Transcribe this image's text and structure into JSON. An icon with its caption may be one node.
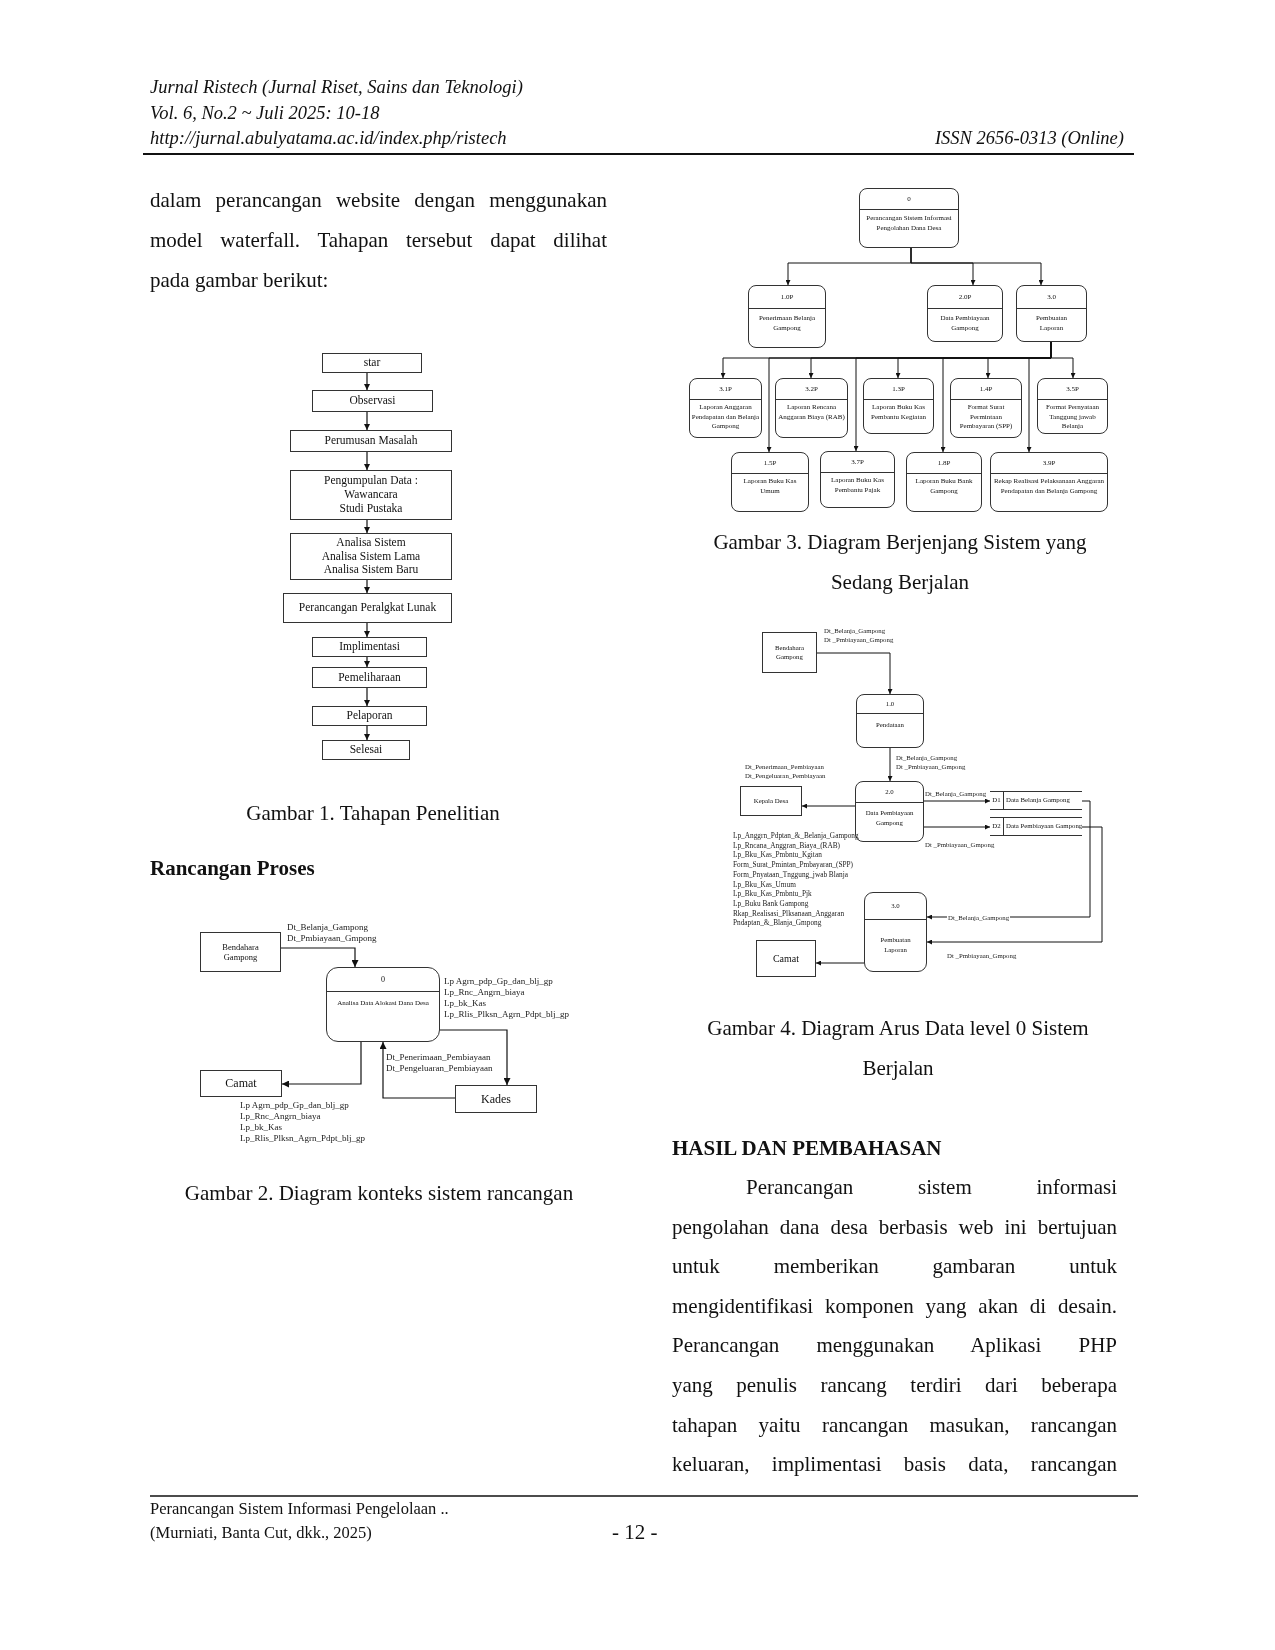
{
  "diagram": {
    "nodes": [
      {
        "text": [
          "star"
        ]
      },
      {
        "text": [
          "Observasi"
        ]
      },
      {
        "text": [
          "Perumusan Masalah"
        ]
      },
      {
        "text": [
          "Pengumpulan Data :",
          "Wawancara",
          "Studi Pustaka"
        ]
      },
      {
        "text": [
          "Analisa Sistem",
          "Analisa Sistem Lama",
          "Analisa Sistem Baru"
        ]
      },
      {
        "text": [
          "Perancangan Peralgkat Lunak"
        ]
      },
      {
        "text": [
          "Implimentasi"
        ]
      },
      {
        "text": [
          "Pemeliharaan"
        ]
      },
      {
        "text": [
          "Pelaporan"
        ]
      },
      {
        "text": [
          "Selesai"
        ]
      },
      {
        "text": [
          "Bendahara Gampong"
        ]
      },
      {
        "text": [
          "0",
          "Analisa Data Alokasi Dana Desa"
        ]
      },
      {
        "text": [
          "Camat"
        ]
      },
      {
        "text": [
          "Kades"
        ]
      },
      {
        "text": [
          "0",
          "Perancangan Sistem Informasi Pengolahan Dana Desa"
        ]
      },
      {
        "text": [
          "1.0P",
          "Penerimaan Belanja Gampong"
        ]
      },
      {
        "text": [
          "2.0P",
          "Data Pembiayaan Gampong"
        ]
      },
      {
        "text": [
          "3.0",
          "Pembuatan Laporan"
        ]
      },
      {
        "text": [
          "3.1P",
          "Laporan Anggaran Pendapatan dan Belanja Gampong"
        ]
      },
      {
        "text": [
          "3.2P",
          "Laporan Rencana Anggaran Biaya (RAB)"
        ]
      },
      {
        "text": [
          "1.3P",
          "Laporan Buku Kas Pembantu Kegiatan"
        ]
      },
      {
        "text": [
          "1.4P",
          "Format Surat Permintaan Pembayaran (SPP)"
        ]
      },
      {
        "text": [
          "3.5P",
          "Format Pernyataan Tanggung jawab Belanja"
        ]
      },
      {
        "text": [
          "1.5P",
          "Laporan Buku Kas Umum"
        ]
      },
      {
        "text": [
          "3.7P",
          "Laporan Buku Kas Pembantu Pajak"
        ]
      },
      {
        "text": [
          "1.8P",
          "Laporan Buku Bank Gampong"
        ]
      },
      {
        "text": [
          "3.9P",
          "Rekap Realisasi Pelaksanaan Anggaran Pendapatan dan Belanja Gampong"
        ]
      },
      {
        "text": [
          "Bendahara Gampong"
        ]
      },
      {
        "text": [
          "1.0",
          "Pendataan"
        ]
      },
      {
        "text": [
          "Kepala Desa"
        ]
      },
      {
        "text": [
          "2.0",
          "Data Pembiayaan Gampong"
        ]
      },
      {
        "text": [
          "D1",
          "Data Belanja Gampong"
        ]
      },
      {
        "text": [
          "D2",
          "Data Pembiayaan Gampong"
        ]
      },
      {
        "text": [
          "3.0",
          "Pembuatan Laporan"
        ]
      },
      {
        "text": [
          "Camat"
        ]
      }
    ],
    "edges": [
      {
        "from": 0,
        "to": 1,
        "arrow": "to"
      },
      {
        "from": 1,
        "to": 2,
        "arrow": "to"
      },
      {
        "from": 2,
        "to": 3,
        "arrow": "to"
      },
      {
        "from": 3,
        "to": 4,
        "arrow": "to"
      },
      {
        "from": 4,
        "to": 5,
        "arrow": "to"
      },
      {
        "from": 5,
        "to": 6,
        "arrow": "to"
      },
      {
        "from": 6,
        "to": 7,
        "arrow": "to"
      },
      {
        "from": 7,
        "to": 8,
        "arrow": "to"
      },
      {
        "from": 8,
        "to": 9,
        "arrow": "to"
      },
      {
        "from": 10,
        "to": 11,
        "arrow": "to",
        "label": "Dt_Belanja_Gampong Dt_Pmbiayaan_Gmpong"
      },
      {
        "from": 11,
        "to": 13,
        "arrow": "to",
        "label": "Lp Agrn_pdp_Gp_dan_blj_gp Lp_Rnc_Angrn_biaya Lp_bk_Kas Lp_Rlis_Plksn_Agrn_Pdpt_blj_gp"
      },
      {
        "from": 13,
        "to": 11,
        "arrow": "to",
        "label": "Dt_Penerimaan_Pembiayaan Dt_Pengeluaran_Pembiayaan"
      },
      {
        "from": 11,
        "to": 12,
        "arrow": "to",
        "label": "Lp Agrn_pdp_Gp_dan_blj_gp Lp_Rnc_Angrn_biaya Lp_bk_Kas Lp_Rlis_Plksn_Agrn_Pdpt_blj_gp"
      },
      {
        "from": 14,
        "to": 15,
        "arrow": "to"
      },
      {
        "from": 14,
        "to": 16,
        "arrow": "to"
      },
      {
        "from": 14,
        "to": 17,
        "arrow": "to"
      },
      {
        "from": 17,
        "to": 18,
        "arrow": "to"
      },
      {
        "from": 17,
        "to": 19,
        "arrow": "to"
      },
      {
        "from": 17,
        "to": 20,
        "arrow": "to"
      },
      {
        "from": 17,
        "to": 21,
        "arrow": "to"
      },
      {
        "from": 17,
        "to": 22,
        "arrow": "to"
      },
      {
        "from": 17,
        "to": 23,
        "arrow": "to"
      },
      {
        "from": 17,
        "to": 24,
        "arrow": "to"
      },
      {
        "from": 17,
        "to": 25,
        "arrow": "to"
      },
      {
        "from": 17,
        "to": 26,
        "arrow": "to"
      },
      {
        "from": 27,
        "to": 28,
        "arrow": "to",
        "label": "Dt_Belanja_Gampong Dt _Pmbiayaan_Gmpong"
      },
      {
        "from": 28,
        "to": 30,
        "arrow": "to",
        "label": "Dt_Belanja_Gampong Dt _Pmbiayaan_Gmpong"
      },
      {
        "from": 30,
        "to": 29,
        "arrow": "to",
        "label": "Dt_Penerimaan_Pembiayaan Dt_Pengeluaran_Pembiayaan"
      },
      {
        "from": 30,
        "to": 31,
        "arrow": "to",
        "label": "Dt_Belanja_Gampong"
      },
      {
        "from": 30,
        "to": 32,
        "arrow": "to",
        "label": "Dt _Pmbiayaan_Gmpong"
      },
      {
        "from": 31,
        "to": 33,
        "arrow": "to",
        "label": "Dt_Belanja_Gampong"
      },
      {
        "from": 32,
        "to": 33,
        "arrow": "to",
        "label": "Dt _Pmbiayaan_Gmpong"
      },
      {
        "from": 33,
        "to": 34,
        "arrow": "to",
        "label": "Lp_Anggrn_Pdptan_&_Belanja_Gampong Lp_Rncana_Anggran_Biaya_(RAB) Lp_Bku_Kas_Pmbntu_Kgitan Form_Surat_Pmintan_Pmbayaran_(SPP) Form_Pnyataan_Tnggung_jwab Blanja Lp_Bku_Kas_Umum Lp_Bku_Kas_Pmbntu_Pjk Lp_Buku Bank Gampong Rkap_Realisasi_Plksanaan_Anggaran Pndaptan_&_Blanja_Gmpong"
      }
    ],
    "labels": [
      "Jurnal Ristech (Jurnal Riset, Sains dan Teknologi)",
      "Vol. 6, No.2 ~ Juli 2025: 10-18",
      "http://jurnal.abulyatama.ac.id/index.php/ristech",
      "ISSN 2656-0313 (Online)",
      "dalam perancangan website dengan menggunakan model waterfall. Tahapan tersebut dapat dilihat pada gambar berikut:",
      "Gambar 1. Tahapan Penelitian",
      "Rancangan Proses",
      "Gambar 2. Diagram konteks sistem rancangan",
      "Gambar 3. Diagram Berjenjang Sistem yang Sedang Berjalan",
      "Gambar 4. Diagram Arus Data level 0 Sistem Berjalan",
      "HASIL DAN PEMBAHASAN",
      "Perancangan sistem informasi pengolahan dana desa berbasis web ini bertujuan untuk memberikan gambaran untuk mengidentifikasi komponen yang akan di desain. Perancangan menggunakan Aplikasi PHP yang penulis rancang terdiri dari beberapa tahapan yaitu rancangan masukan, rancangan keluaran, implimentasi basis data, rancangan",
      "Perancangan Sistem Informasi Pengelolaan ..",
      "(Murniati, Banta Cut, dkk., 2025)",
      "- 12 -"
    ]
  }
}
